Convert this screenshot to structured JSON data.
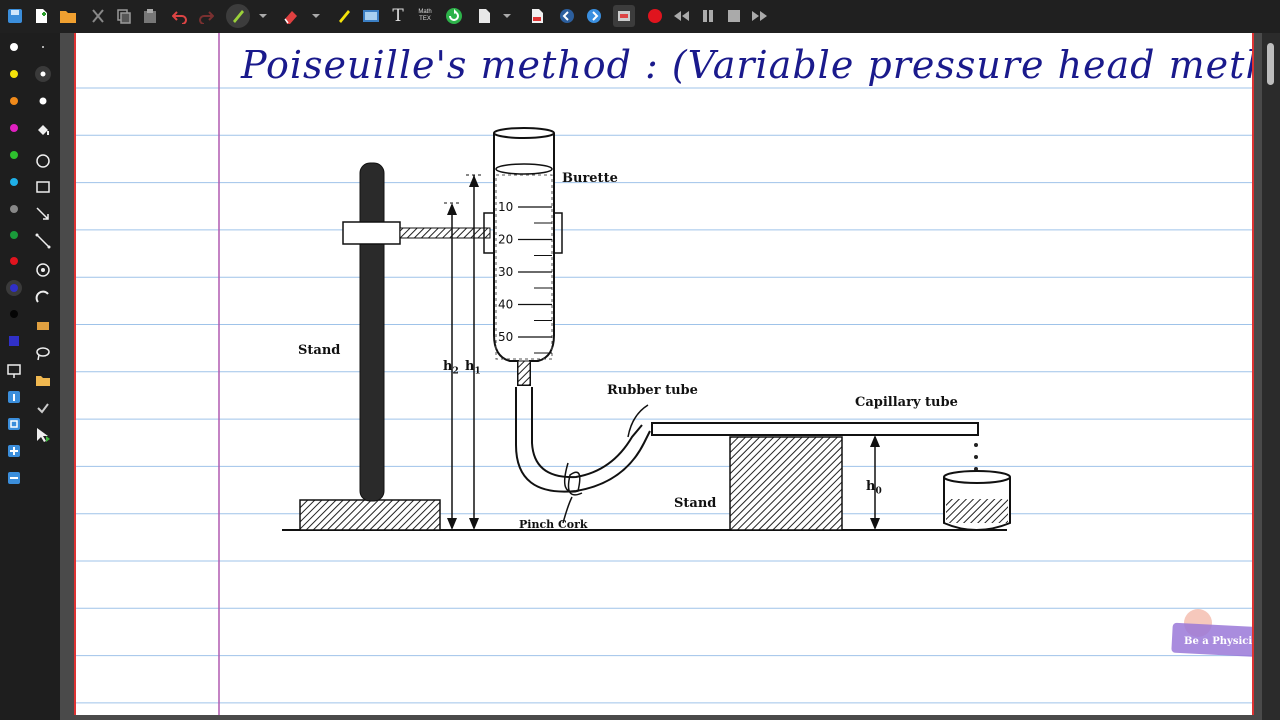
{
  "page": {
    "heading": "Poiseuille's method : (Variable pressure head method)"
  },
  "diagram": {
    "labels": {
      "burette": "Burette",
      "stand_left": "Stand",
      "rubber_tube": "Rubber tube",
      "capillary_tube": "Capillary tube",
      "pinch_cork": "Pinch Cork",
      "stand_right": "Stand",
      "h2": "h",
      "h2_sub": "2",
      "h1": "h",
      "h1_sub": "1",
      "h0": "h",
      "h0_sub": "0"
    },
    "burette_scale": [
      "10",
      "20",
      "30",
      "40",
      "50"
    ]
  },
  "toolbar": {
    "math_label": "Math TEX",
    "text_tool": "T"
  },
  "watermark": {
    "text": "Be a Physicist"
  },
  "colors": {
    "ink": "#1a1a8c",
    "margin_line": "#b05ab0",
    "rule_line": "#9fc3e9",
    "record": "#e0141e"
  }
}
